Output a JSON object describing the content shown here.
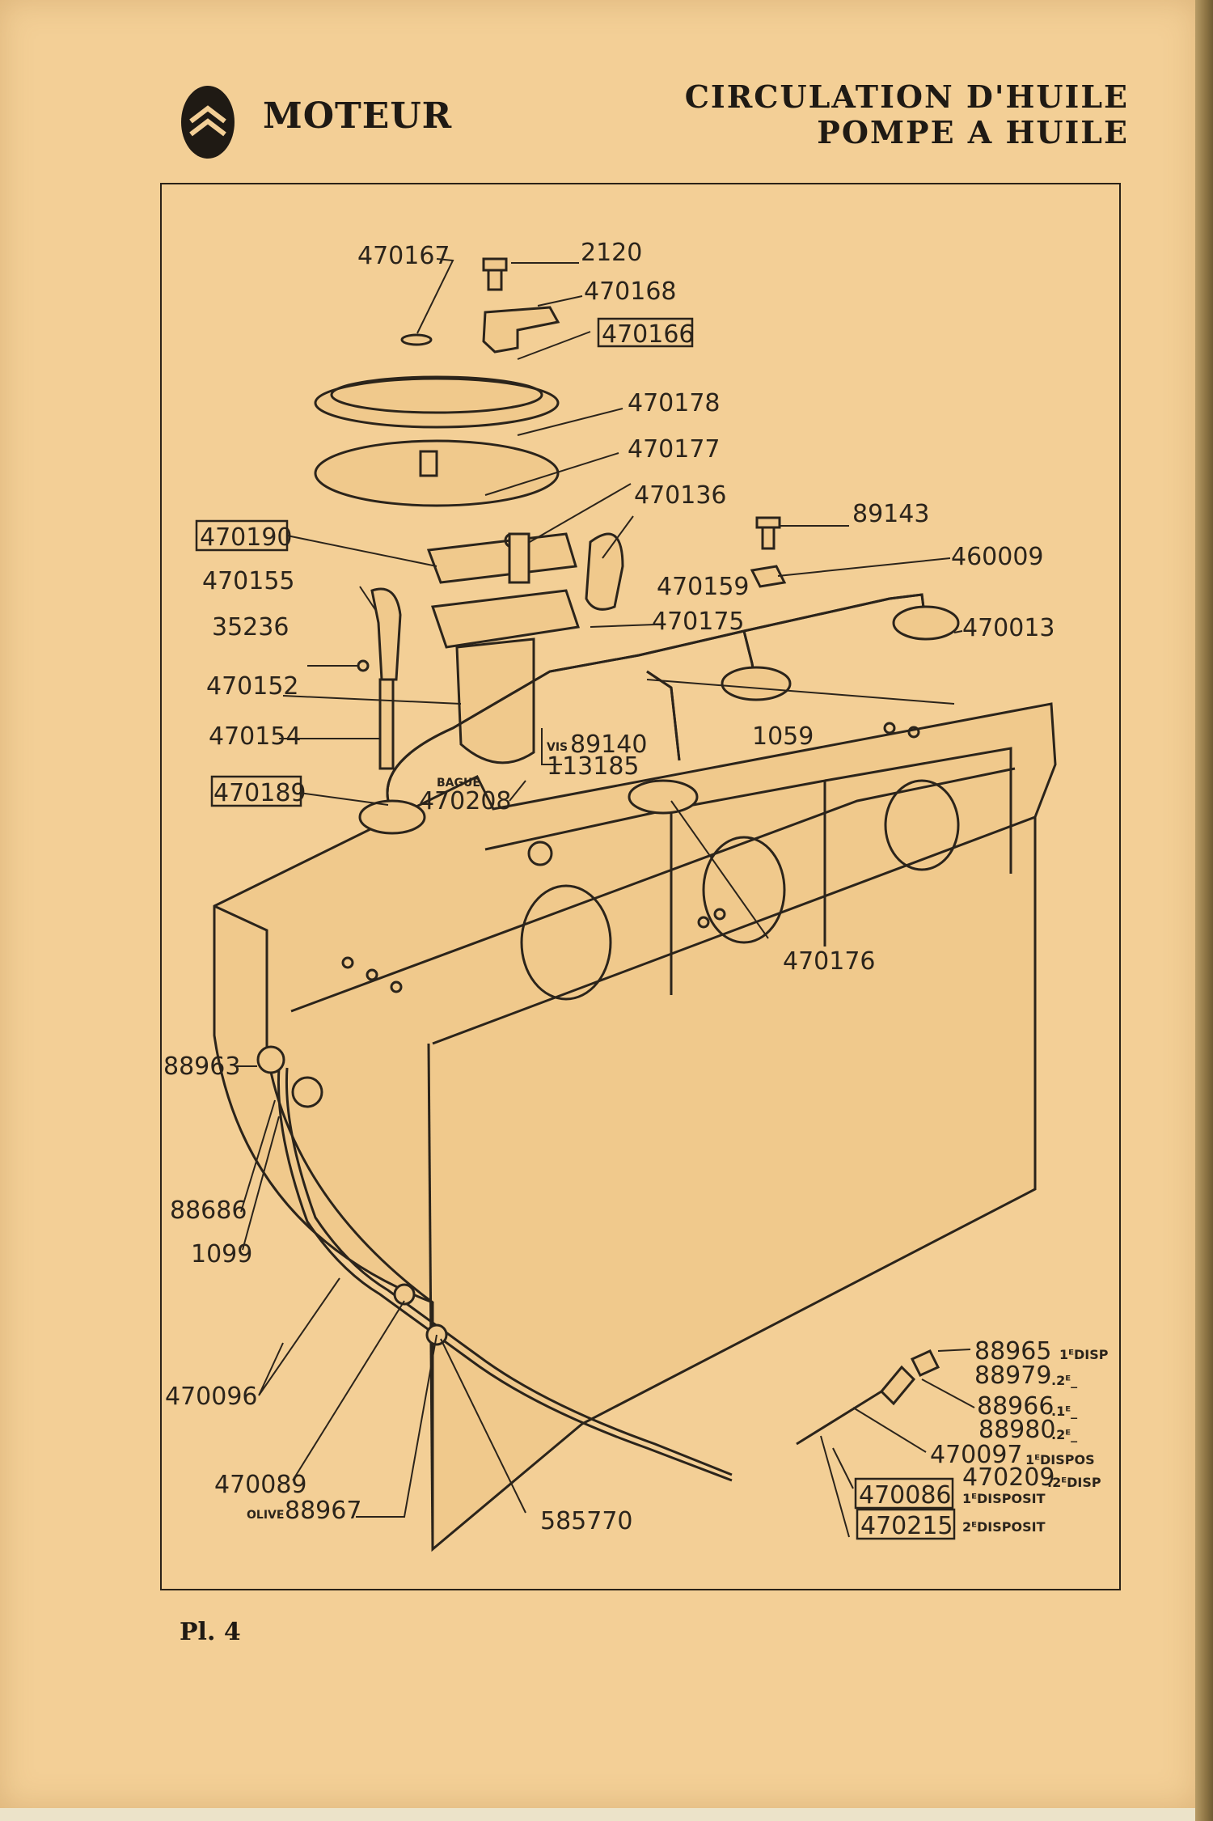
{
  "header": {
    "title": "MOTEUR",
    "right_line1": "CIRCULATION D'HUILE",
    "right_line2": "POMPE A HUILE"
  },
  "footer": {
    "plate": "Pl. 4"
  },
  "labels": {
    "p470167": "470167",
    "p2120": "2120",
    "p470168": "470168",
    "p470166": "470166",
    "p470178": "470178",
    "p470177": "470177",
    "p470136": "470136",
    "p89143": "89143",
    "p470190": "470190",
    "p460009": "460009",
    "p470155": "470155",
    "p470159": "470159",
    "p35236": "35236",
    "p470175": "470175",
    "p470013": "470013",
    "p470152": "470152",
    "p1059": "1059",
    "p470154": "470154",
    "vis": "VIS",
    "p89140": "89140",
    "p113185": "113185",
    "p470189": "470189",
    "bague": "BAGUE",
    "p470208": "470208",
    "p470176": "470176",
    "p88963": "88963",
    "p88686": "88686",
    "p1099": "1099",
    "p470096": "470096",
    "p470089": "470089",
    "olive": "OLIVE",
    "p88967": "88967",
    "p585770": "585770",
    "p88965": "88965",
    "n88965": "1ᴱDISP",
    "p88979": "88979",
    "n88979": ".2ᴱ_",
    "p88966": "88966",
    "n88966": ".1ᴱ_",
    "p88980": "88980",
    "n88980": ".2ᴱ_",
    "p470097": "470097",
    "n470097": "1ᴱDISPOS",
    "p470209": "470209",
    "n470209": ".2ᴱDISP",
    "p470086": "470086",
    "n470086": "1ᴱDISPOSIT",
    "p470215": "470215",
    "n470215": "2ᴱDISPOSIT"
  },
  "colors": {
    "paper": "#f3cf96",
    "ink": "#2b241b"
  }
}
